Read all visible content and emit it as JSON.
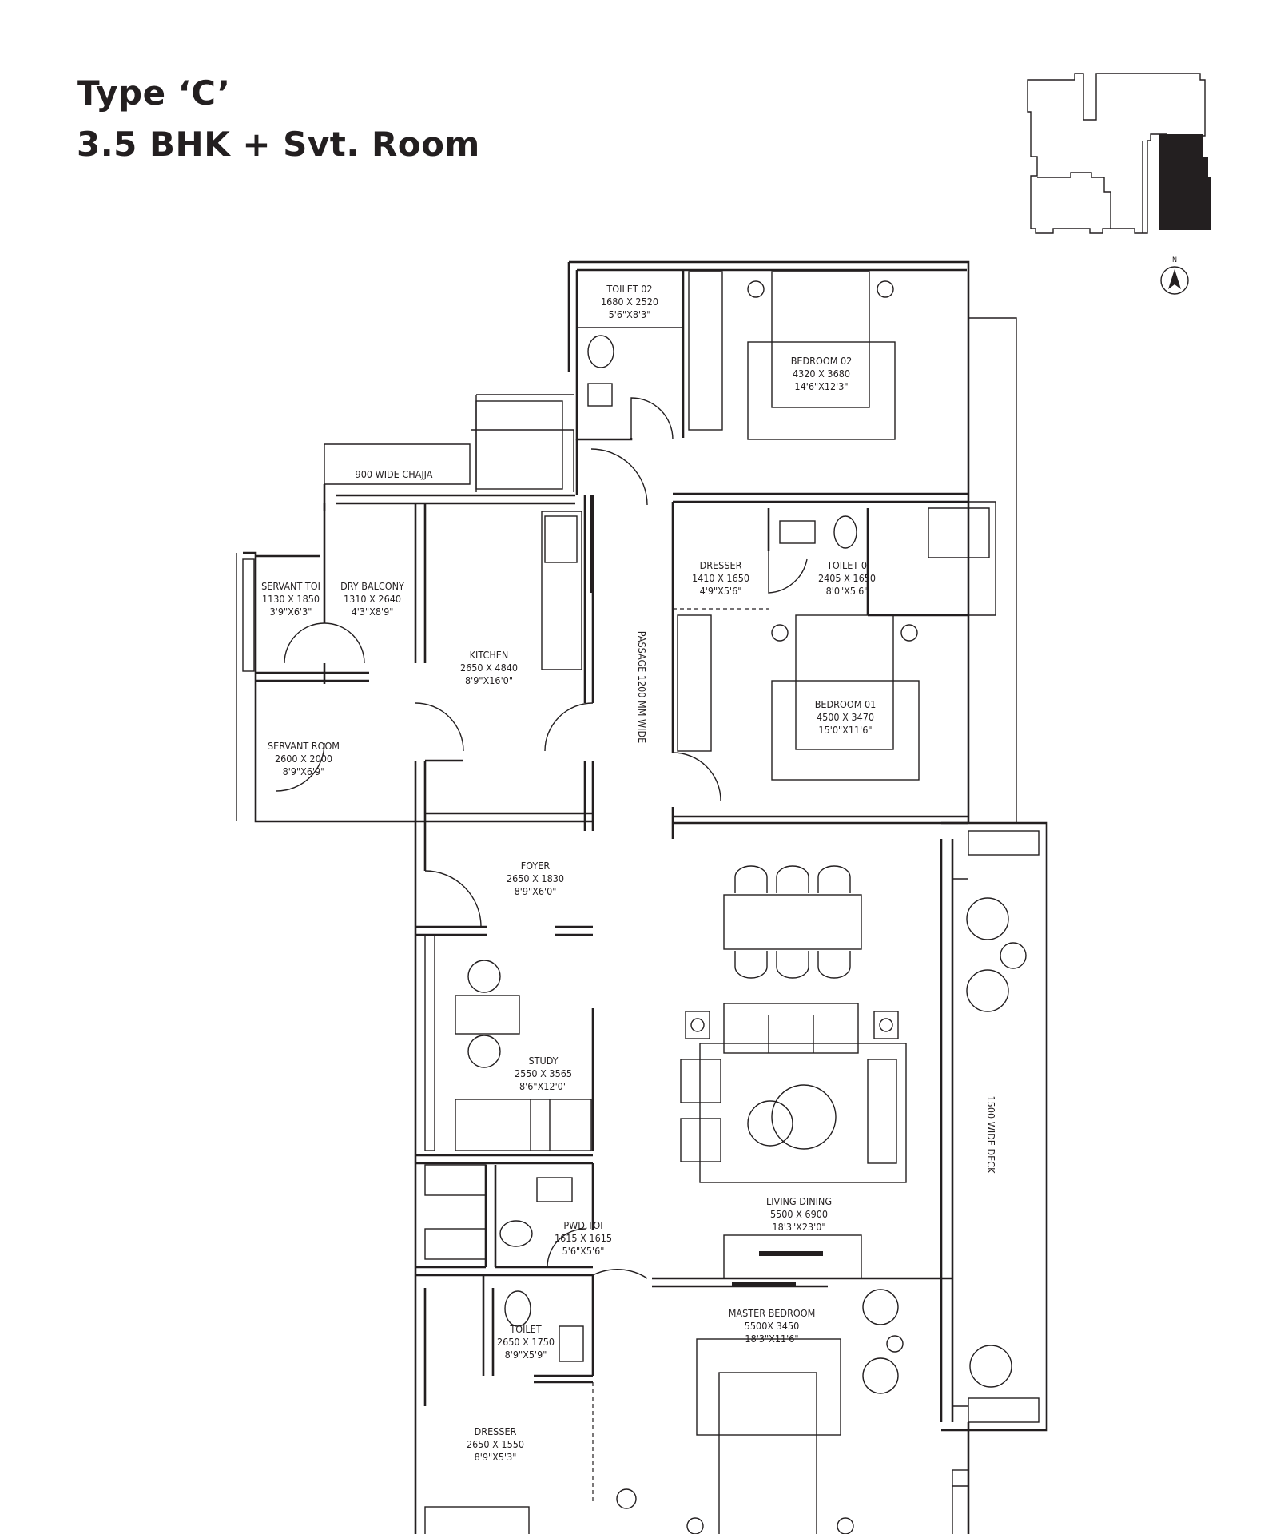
{
  "heading": {
    "type_label": "Type ‘C’",
    "config_label": "3.5 BHK + Svt. Room"
  },
  "compass": {
    "north_label": "N"
  },
  "rooms": {
    "toilet02": {
      "name": "TOILET 02",
      "mm": "1680 X 2520",
      "ft": "5'6\"X8'3\""
    },
    "bedroom02": {
      "name": "BEDROOM 02",
      "mm": "4320 X 3680",
      "ft": "14'6\"X12'3\""
    },
    "chajja": {
      "name": "900 WIDE CHAJJA"
    },
    "dresser1": {
      "name": "DRESSER",
      "mm": "1410 X 1650",
      "ft": "4'9\"X5'6\""
    },
    "toilet0": {
      "name": "TOILET 0",
      "mm": "2405 X 1650",
      "ft": "8'0\"X5'6\""
    },
    "servant_toi": {
      "name": "SERVANT TOI",
      "mm": "1130 X 1850",
      "ft": "3'9\"X6'3\""
    },
    "dry_balcony": {
      "name": "DRY BALCONY",
      "mm": "1310 X 2640",
      "ft": "4'3\"X8'9\""
    },
    "kitchen": {
      "name": "KITCHEN",
      "mm": "2650 X 4840",
      "ft": "8'9\"X16'0\""
    },
    "passage": {
      "name": "PASSAGE 1200 MM WIDE"
    },
    "bedroom01": {
      "name": "BEDROOM 01",
      "mm": "4500 X 3470",
      "ft": "15'0\"X11'6\""
    },
    "servant_room": {
      "name": "SERVANT ROOM",
      "mm": "2600 X 2000",
      "ft": "8'9\"X6'9\""
    },
    "foyer": {
      "name": "FOYER",
      "mm": "2650 X 1830",
      "ft": "8'9\"X6'0\""
    },
    "study": {
      "name": "STUDY",
      "mm": "2550 X 3565",
      "ft": "8'6\"X12'0\""
    },
    "deck": {
      "name": "1500 WIDE DECK"
    },
    "living": {
      "name": "LIVING DINING",
      "mm": "5500 X 6900",
      "ft": "18'3\"X23'0\""
    },
    "pwd": {
      "name": "PWD.TOI",
      "mm": "1615 X 1615",
      "ft": "5'6\"X5'6\""
    },
    "master": {
      "name": "MASTER BEDROOM",
      "mm": "5500X 3450",
      "ft": "18'3\"X11'6\""
    },
    "toilet": {
      "name": "TOILET",
      "mm": "2650 X 1750",
      "ft": "8'9\"X5'9\""
    },
    "dresser2": {
      "name": "DRESSER",
      "mm": "2650 X 1550",
      "ft": "8'9\"X5'3\""
    }
  }
}
